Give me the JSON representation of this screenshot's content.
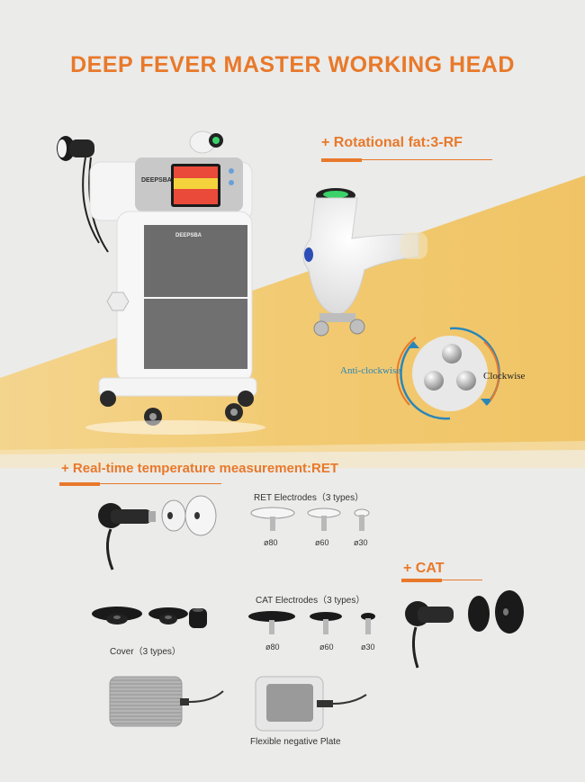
{
  "title": "DEEP FEVER MASTER WORKING HEAD",
  "machine": {
    "brand_screen": "DEEPSBA",
    "brand_body": "DEEPSBA"
  },
  "sections": {
    "rotational": {
      "heading": "+ Rotational fat:3-RF",
      "anticlockwise": "Anti-clockwise",
      "clockwise": "Clockwise"
    },
    "ret": {
      "heading": "+ Real-time temperature measurement:RET",
      "electrodes_label": "RET Electrodes（3 types）",
      "sizes": [
        "ø80",
        "ø60",
        "ø30"
      ]
    },
    "cat": {
      "heading": "+ CAT",
      "electrodes_label": "CAT  Electrodes（3 types）",
      "sizes": [
        "ø80",
        "ø60",
        "ø30"
      ],
      "cover_label": "Cover（3 types）"
    },
    "plate": {
      "label": "Flexible negative Plate"
    }
  },
  "colors": {
    "accent": "#e8792a",
    "yellow": "#f2ca72",
    "background": "#ebebea",
    "arrow_blue": "#2a86b8"
  }
}
